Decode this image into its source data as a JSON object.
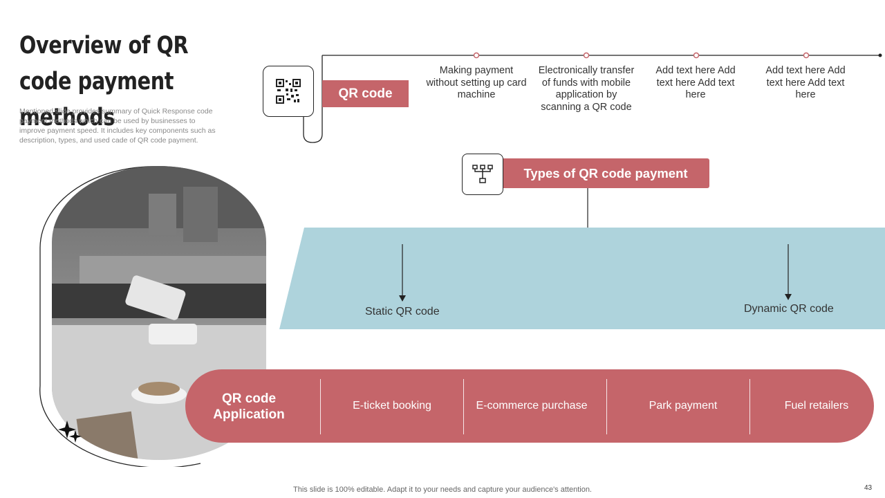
{
  "slide": {
    "title": "Overview of QR code payment methods",
    "description": "Mentioned slide provides summary of Quick Response code payment methods which can be used by businesses to improve payment speed. It includes key components such as description, types, and used cade of QR code payment.",
    "footer": "This slide is 100% editable. Adapt it to your needs and capture your audience's attention.",
    "page_number": "43"
  },
  "qr_section": {
    "label": "QR code",
    "icon": "qr-code-icon",
    "timeline": [
      "Making payment without setting up card machine",
      "Electronically transfer of funds with mobile application by scanning a QR code",
      "Add text here Add text here Add text here",
      "Add text here Add text here Add text here"
    ]
  },
  "types_section": {
    "label": "Types of QR code payment",
    "icon": "hierarchy-icon",
    "branches": [
      "Static QR code",
      "Dynamic QR code"
    ]
  },
  "application_section": {
    "title": "QR code Application",
    "items": [
      "E-ticket booking",
      "E-commerce purchase",
      "Park payment",
      "Fuel retailers"
    ]
  },
  "colors": {
    "accent": "#c5656a",
    "band": "#aed3dc",
    "text": "#333333"
  }
}
